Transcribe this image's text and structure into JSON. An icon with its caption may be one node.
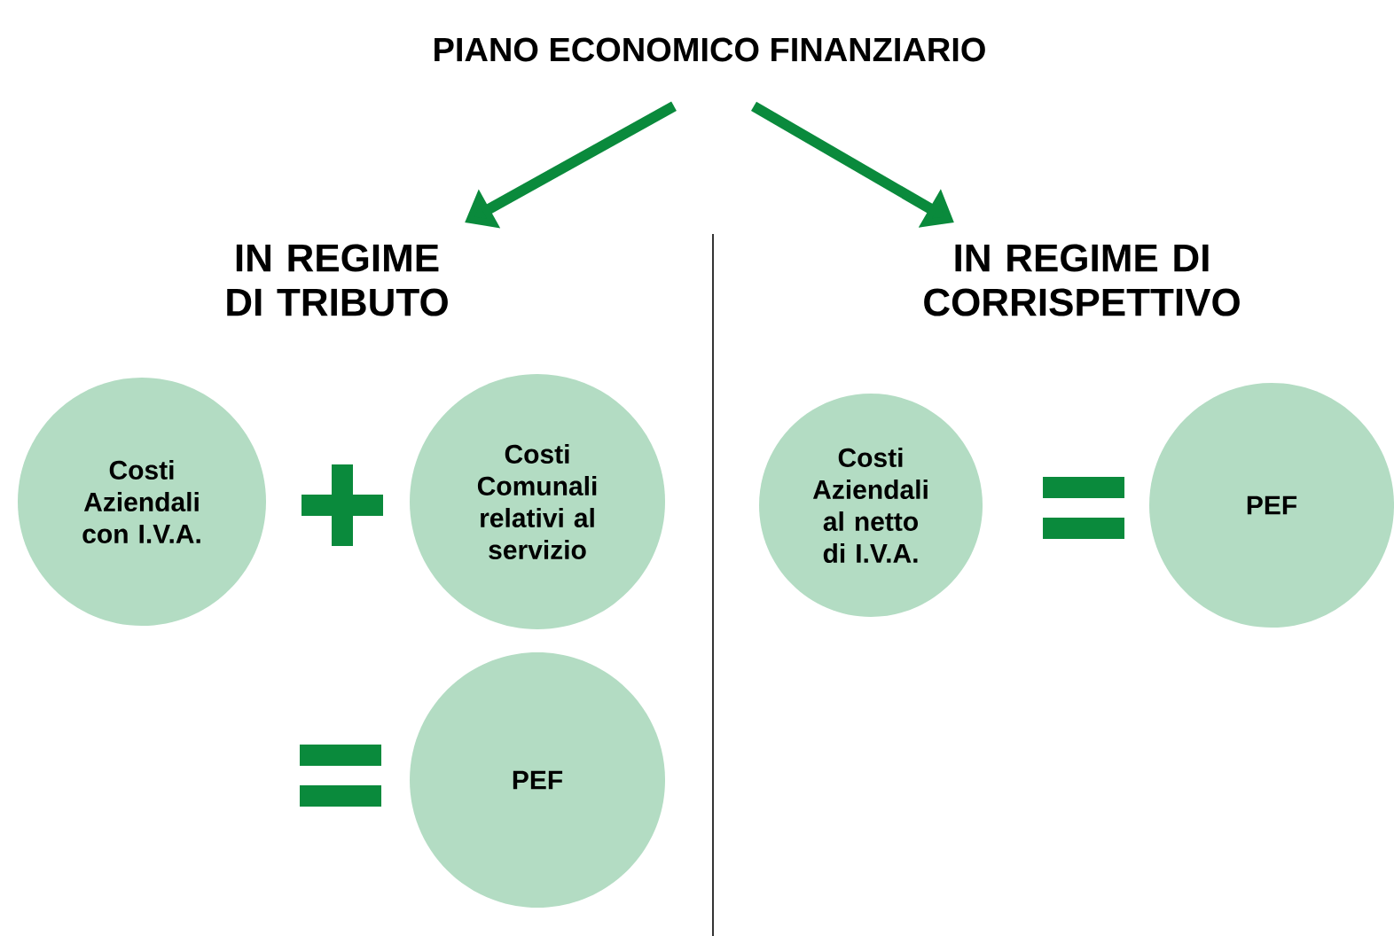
{
  "diagram": {
    "nodes": [
      {
        "text": [
          "PIANO ECONOMICO FINANZIARIO"
        ]
      },
      {
        "text": [
          "IN REGIME DI TRIBUTO"
        ]
      },
      {
        "text": [
          "IN REGIME DI CORRISPETTIVO"
        ]
      },
      {
        "text": [
          "Costi Aziendali con I.V.A."
        ]
      },
      {
        "text": [
          "Costi Comunali relativi al servizio"
        ]
      },
      {
        "text": [
          "PEF"
        ]
      },
      {
        "text": [
          "Costi Aziendali al netto di I.V.A."
        ]
      },
      {
        "text": [
          "PEF"
        ]
      }
    ],
    "edges": [
      {
        "from": 0,
        "to": 1,
        "arrow": "to"
      },
      {
        "from": 0,
        "to": 2,
        "arrow": "to"
      }
    ]
  }
}
